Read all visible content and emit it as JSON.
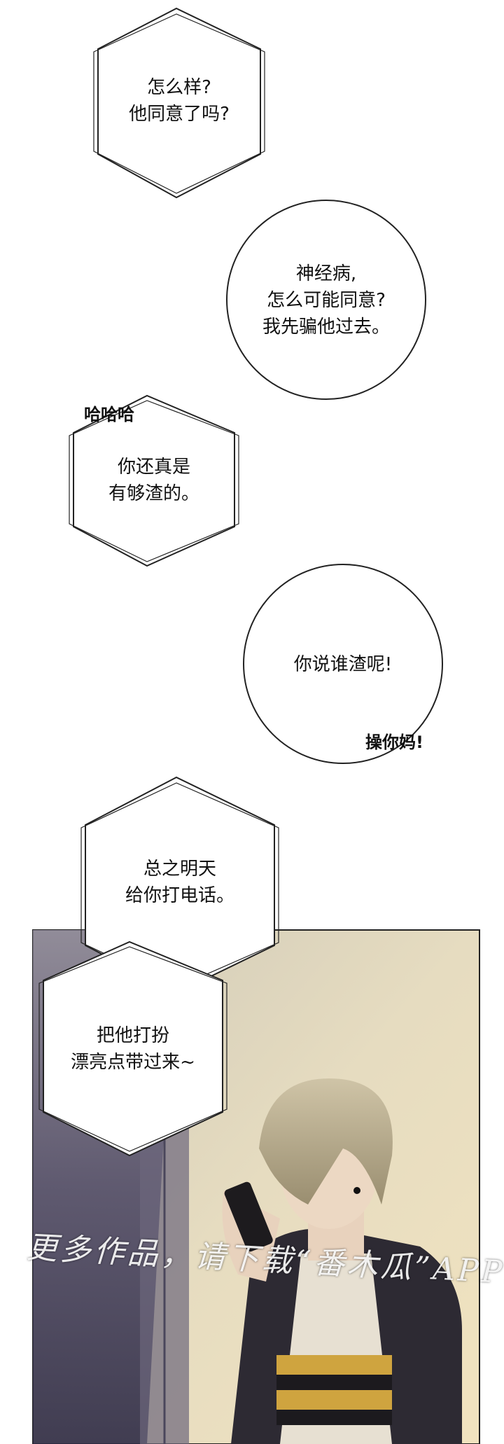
{
  "bubbles": {
    "b1": "怎么样?\n他同意了吗?",
    "b2": "神经病,\n怎么可能同意?\n我先骗他过去。",
    "b3": "你还真是\n有够渣的。",
    "b4": "你说谁渣呢!",
    "b5": "总之明天\n给你打电话。",
    "b6": "把他打扮\n漂亮点带过来~"
  },
  "sfx": {
    "laugh": "哈哈哈",
    "curse": "操你妈!"
  },
  "watermark": "更多作品，请下载“番木瓜”APP。",
  "colors": {
    "panel_warm": "#e9dcbc",
    "panel_dark": "#3c3a55",
    "hair": "#b7ab8c",
    "jacket": "#2d2a33"
  }
}
